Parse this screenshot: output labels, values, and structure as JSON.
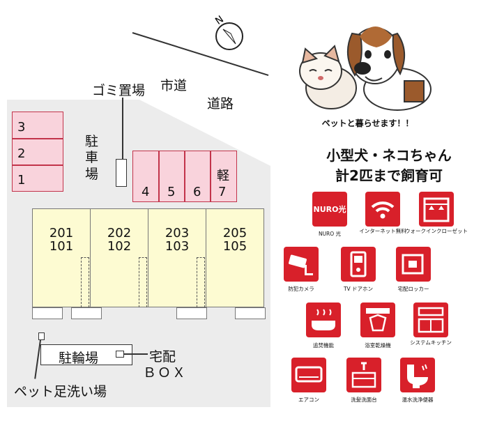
{
  "map": {
    "road_city": "市道",
    "road_way": "道路",
    "garbage": "ゴミ置場",
    "parking_label": [
      "駐",
      "車",
      "場"
    ],
    "parking_left": [
      "3",
      "2",
      "1"
    ],
    "parking_row": [
      "4",
      "5",
      "6"
    ],
    "parking_kei": [
      "軽",
      "7"
    ],
    "units": [
      {
        "upper": "201",
        "lower": "101"
      },
      {
        "upper": "202",
        "lower": "102"
      },
      {
        "upper": "203",
        "lower": "103"
      },
      {
        "upper": "205",
        "lower": "105"
      }
    ],
    "bicycle": "駐輪場",
    "delivery_1": "宅配",
    "delivery_2": "ＢＯＸ",
    "pet_wash": "ペット足洗い場",
    "compass": "N"
  },
  "promo": {
    "caption": "ペットと暮らせます！！",
    "line1": "小型犬・ネコちゃん",
    "line2": "計2匹まで飼育可"
  },
  "amenities": [
    {
      "label": "NURO 光",
      "icon": "nuro-icon",
      "badge": "NURO光"
    },
    {
      "label": "インターネット無料",
      "icon": "wifi-icon"
    },
    {
      "label": "ウォークインクローゼット",
      "icon": "closet-icon"
    },
    {
      "label": "防犯カメラ",
      "icon": "camera-icon"
    },
    {
      "label": "TV ドアホン",
      "icon": "doorphone-icon"
    },
    {
      "label": "宅配ロッカー",
      "icon": "locker-icon"
    },
    {
      "label": "追焚機能",
      "icon": "bath-icon"
    },
    {
      "label": "浴室乾燥機",
      "icon": "dryer-icon"
    },
    {
      "label": "システムキッチン",
      "icon": "kitchen-icon"
    },
    {
      "label": "エアコン",
      "icon": "aircon-icon"
    },
    {
      "label": "洗髪洗面台",
      "icon": "vanity-icon"
    },
    {
      "label": "温水洗浄便器",
      "icon": "toilet-icon"
    }
  ],
  "colors": {
    "accent": "#d8202a",
    "parking": "#f9d3dc",
    "unit": "#fdfbd2",
    "site": "#ececec"
  }
}
